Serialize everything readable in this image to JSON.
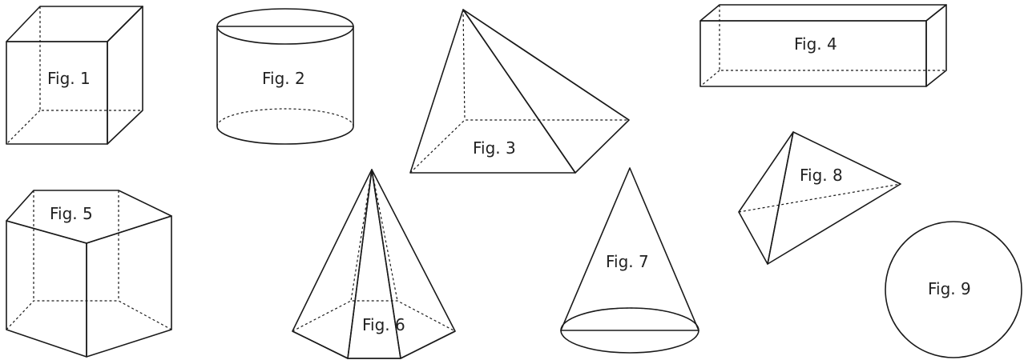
{
  "colors": {
    "light": "#8ed08a",
    "mid": "#6cc067",
    "dark": "#4aa646",
    "darker": "#3b9437",
    "edge": "#1a1a1a"
  },
  "figures": {
    "fig1": {
      "label": "Fig. 1",
      "shape": "cube"
    },
    "fig2": {
      "label": "Fig. 2",
      "shape": "cylinder"
    },
    "fig3": {
      "label": "Fig. 3",
      "shape": "square-pyramid"
    },
    "fig4": {
      "label": "Fig. 4",
      "shape": "rectangular-prism"
    },
    "fig5": {
      "label": "Fig. 5",
      "shape": "pentagonal-prism"
    },
    "fig6": {
      "label": "Fig. 6",
      "shape": "hexagonal-pyramid"
    },
    "fig7": {
      "label": "Fig. 7",
      "shape": "cone"
    },
    "fig8": {
      "label": "Fig. 8",
      "shape": "tetrahedron"
    },
    "fig9": {
      "label": "Fig. 9",
      "shape": "sphere"
    }
  }
}
